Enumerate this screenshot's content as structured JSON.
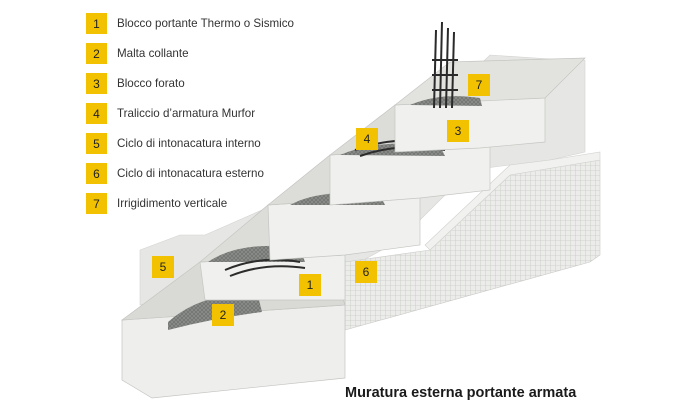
{
  "legend": [
    {
      "number": "1",
      "label": "Blocco portante Thermo o Sismico"
    },
    {
      "number": "2",
      "label": "Malta collante"
    },
    {
      "number": "3",
      "label": "Blocco forato"
    },
    {
      "number": "4",
      "label": "Traliccio d’armatura Murfor"
    },
    {
      "number": "5",
      "label": "Ciclo di intonacatura interno"
    },
    {
      "number": "6",
      "label": "Ciclo di intonacatura esterno"
    },
    {
      "number": "7",
      "label": "Irrigidimento verticale"
    }
  ],
  "markers": {
    "m1": "1",
    "m2": "2",
    "m3": "3",
    "m4": "4",
    "m5": "5",
    "m6": "6",
    "m7": "7"
  },
  "caption": "Muratura esterna portante armata",
  "colors": {
    "badge": "#f2c200"
  }
}
